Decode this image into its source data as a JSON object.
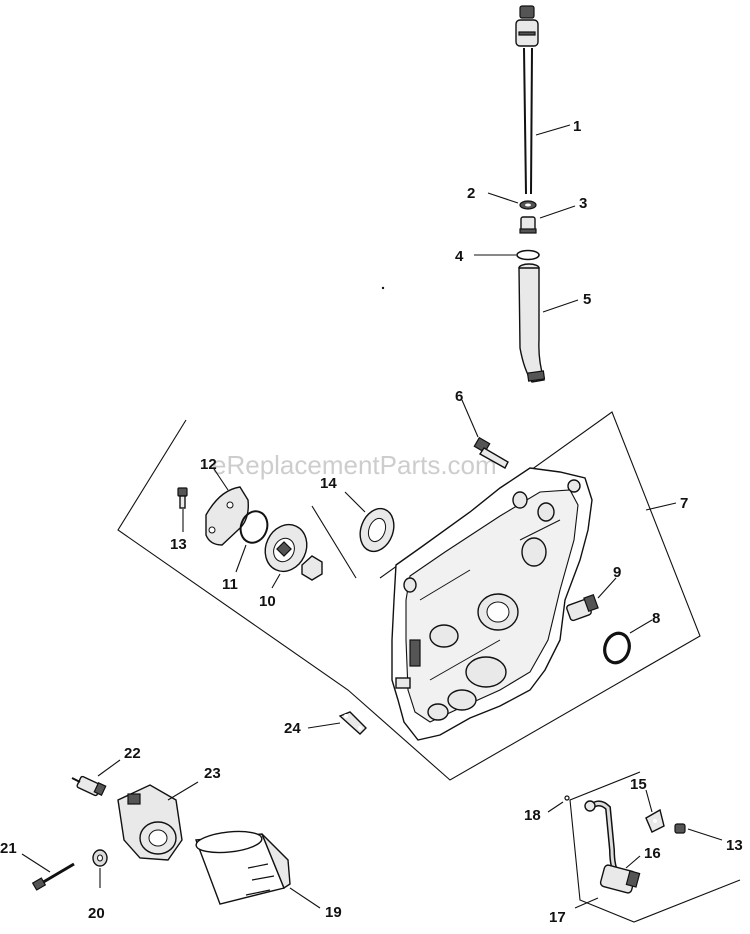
{
  "watermark": "eReplacementParts.com",
  "callouts": {
    "c1": "1",
    "c2": "2",
    "c3": "3",
    "c4": "4",
    "c5": "5",
    "c6": "6",
    "c7": "7",
    "c8": "8",
    "c9": "9",
    "c10": "10",
    "c11": "11",
    "c12": "12",
    "c13a": "13",
    "c13b": "13",
    "c14": "14",
    "c15": "15",
    "c16": "16",
    "c17": "17",
    "c18": "18",
    "c19": "19",
    "c20": "20",
    "c21": "21",
    "c22": "22",
    "c23": "23",
    "c24": "24"
  }
}
